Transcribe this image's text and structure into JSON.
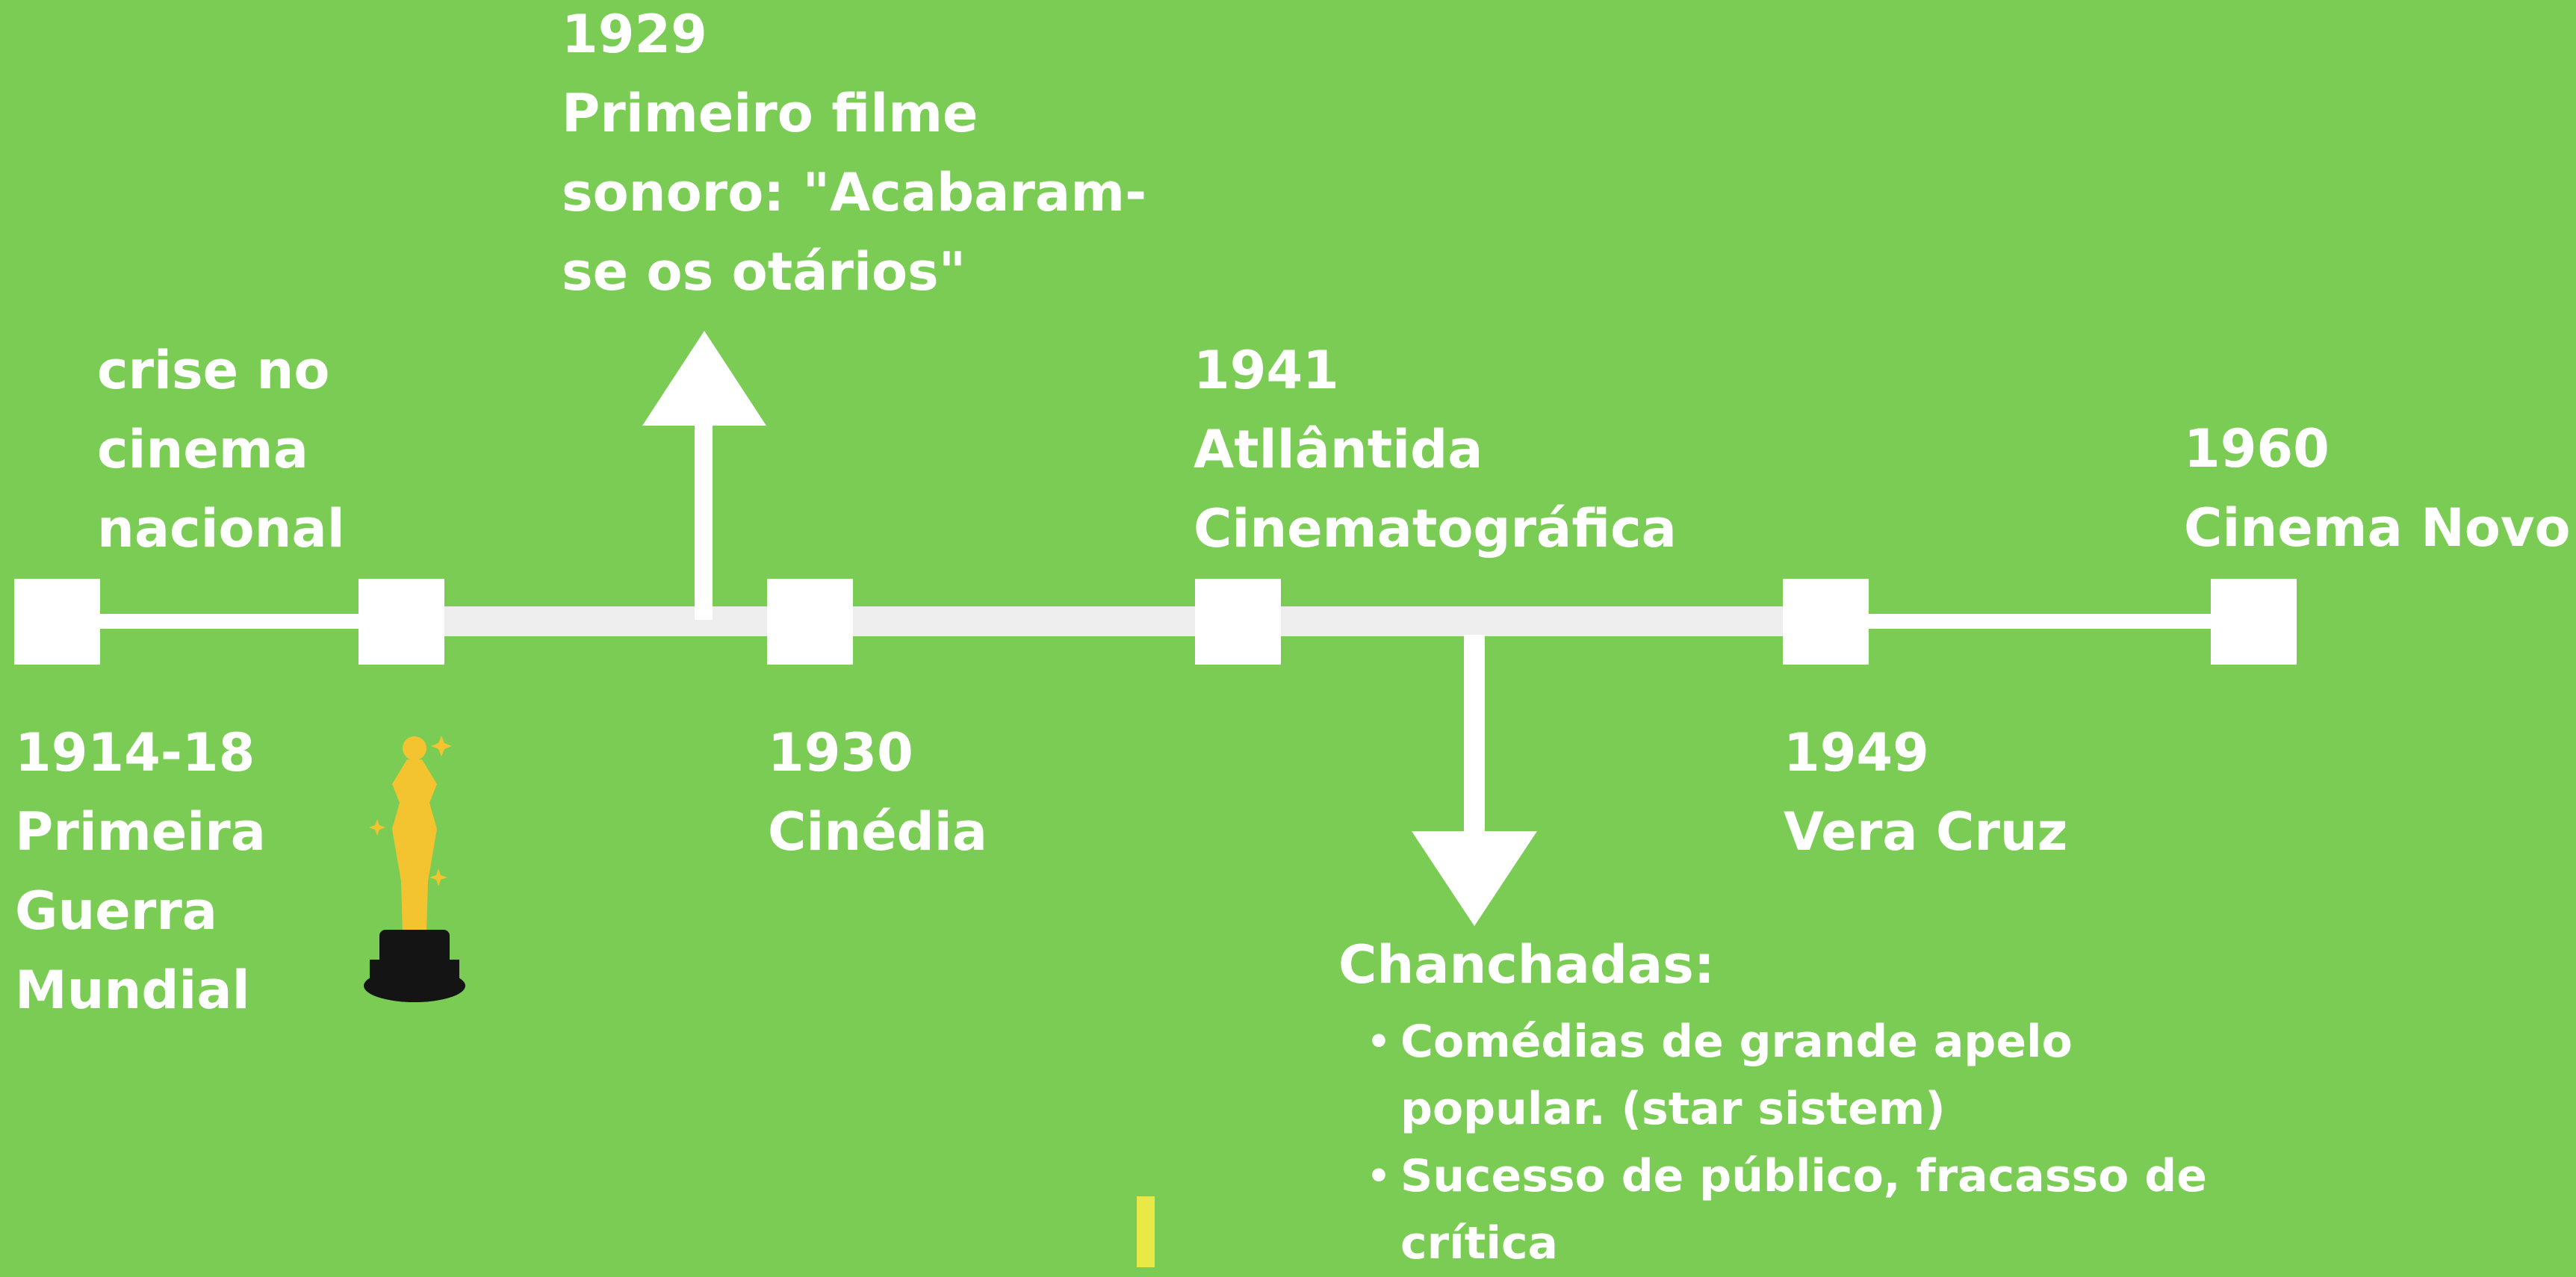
{
  "colors": {
    "background": "#7ACC55",
    "line_and_markers": "#ffffff",
    "accent_yellow": "#E8E846",
    "oscar_gold": "#F4C430",
    "oscar_base": "#141414"
  },
  "events": {
    "e1914": {
      "lines": [
        "1914-18",
        "Primeira",
        "Guerra",
        "Mundial"
      ]
    },
    "crise": {
      "lines": [
        "crise no",
        "cinema",
        "nacional"
      ]
    },
    "e1929": {
      "lines": [
        "1929",
        "Primeiro filme",
        "sonoro: \"Acabaram-",
        "se os otários\""
      ]
    },
    "e1930": {
      "lines": [
        "1930",
        "Cinédia"
      ]
    },
    "e1941": {
      "lines": [
        "1941",
        "Atllântida",
        "Cinematográfica"
      ]
    },
    "e1949": {
      "lines": [
        "1949",
        "Vera Cruz"
      ]
    },
    "e1960": {
      "lines": [
        "1960",
        "Cinema Novo"
      ]
    }
  },
  "chanchadas": {
    "title": "Chanchadas:",
    "bullet_char": "•",
    "items": [
      {
        "lines": [
          "Comédias de grande apelo",
          "popular. (star sistem)"
        ]
      },
      {
        "lines": [
          "Sucesso de público, fracasso de",
          "crítica"
        ]
      }
    ]
  },
  "icons": {
    "award": "oscar-statuette-icon"
  }
}
